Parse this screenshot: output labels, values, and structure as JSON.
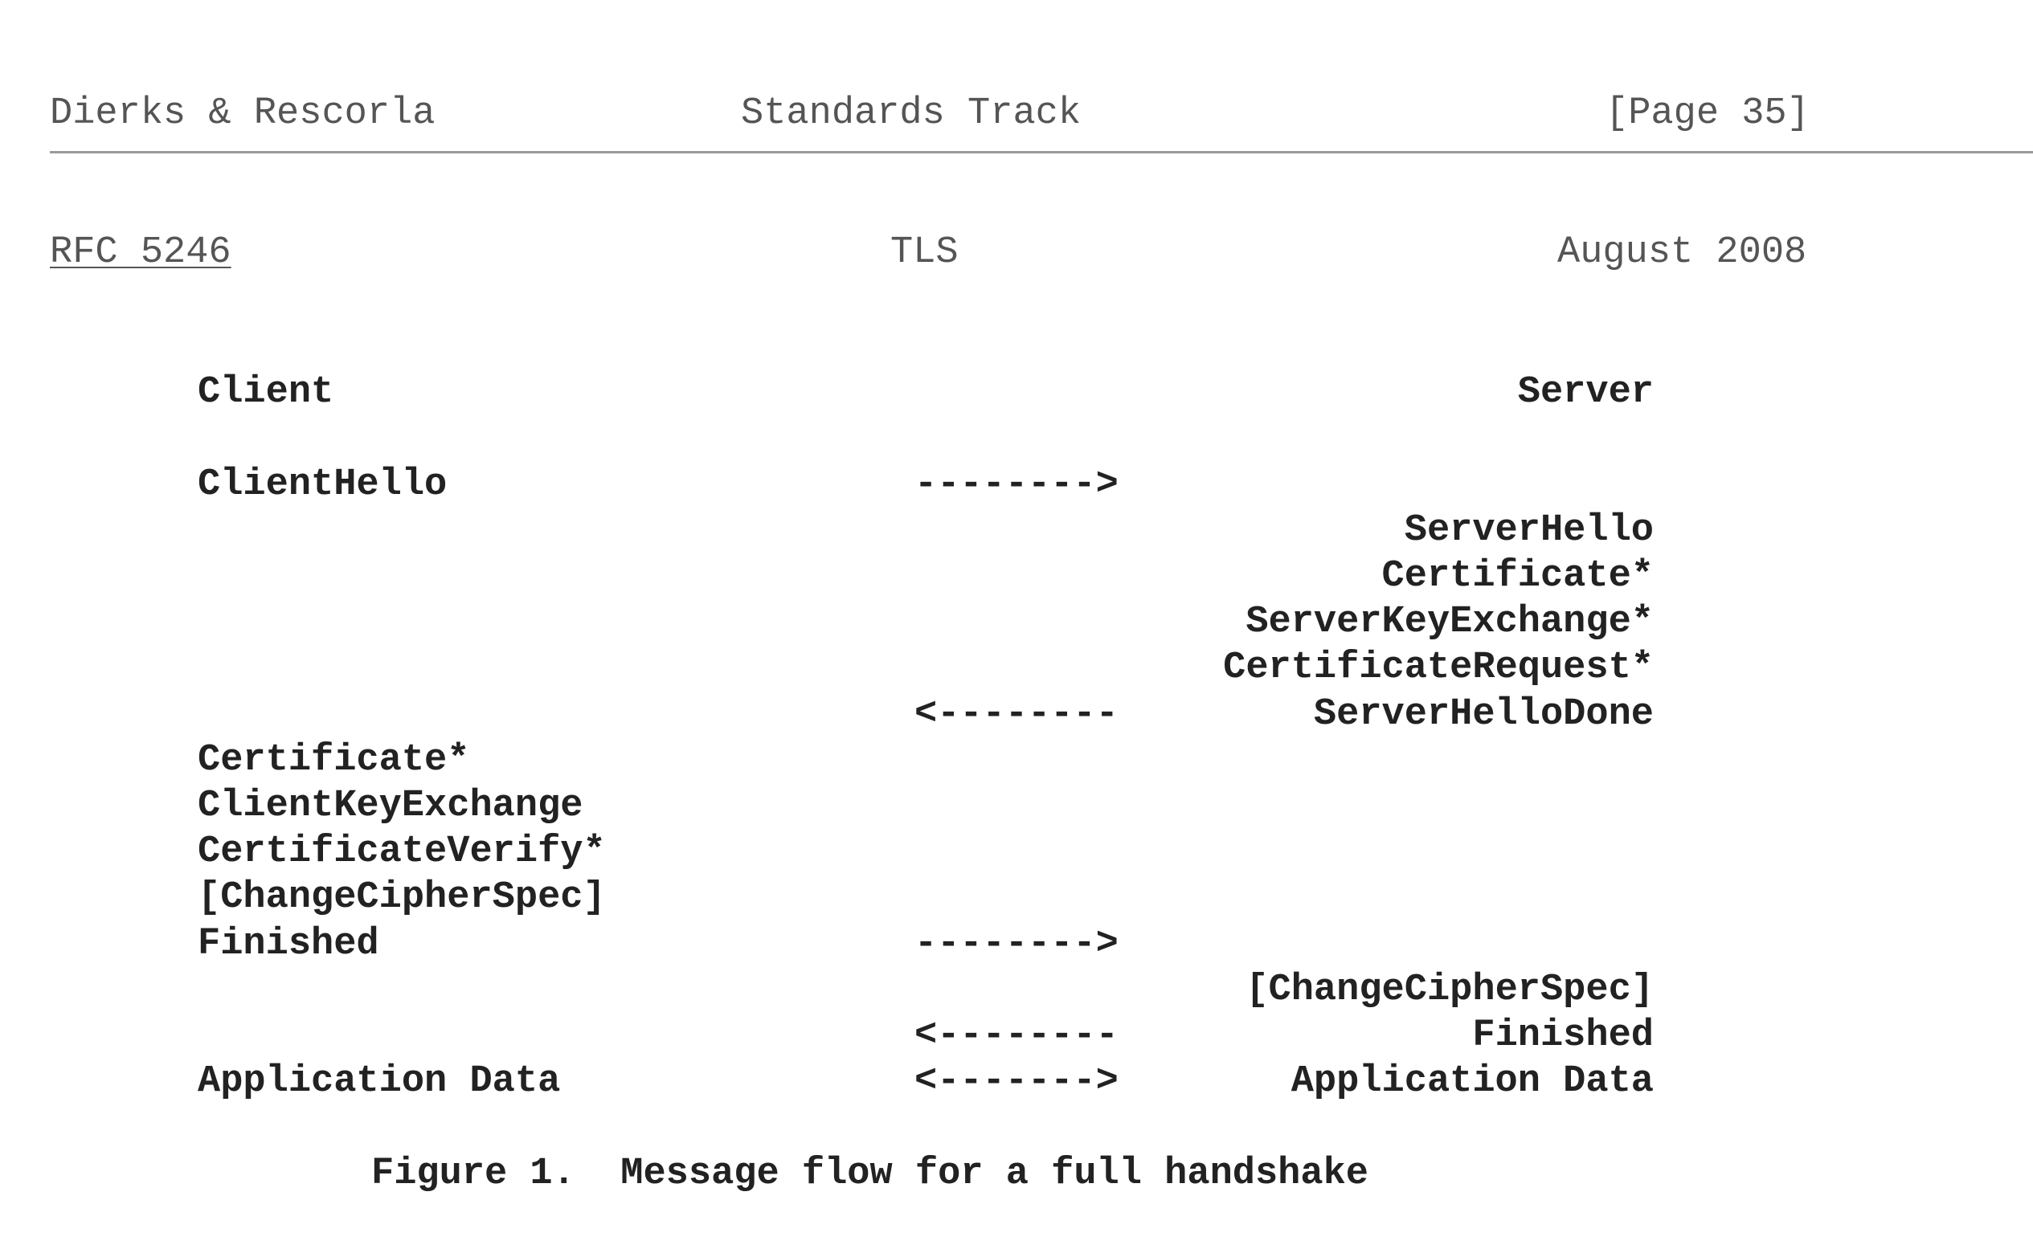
{
  "header": {
    "authors": "Dierks & Rescorla",
    "track": "Standards Track",
    "page": "[Page 35]"
  },
  "subheader": {
    "rfc": "RFC 5246",
    "title": "TLS",
    "date": "August 2008"
  },
  "diagram": {
    "client_label": "Client",
    "server_label": "Server",
    "client_hello": "ClientHello",
    "arrow_right_1": "-------->",
    "server_hello": "ServerHello",
    "server_certificate": "Certificate*",
    "server_key_exchange": "ServerKeyExchange*",
    "certificate_request": "CertificateRequest*",
    "arrow_left_1": "<--------",
    "server_hello_done": "ServerHelloDone",
    "client_certificate": "Certificate*",
    "client_key_exchange": "ClientKeyExchange",
    "certificate_verify": "CertificateVerify*",
    "client_change_cipher_spec": "[ChangeCipherSpec]",
    "client_finished": "Finished",
    "arrow_right_2": "-------->",
    "server_change_cipher_spec": "[ChangeCipherSpec]",
    "arrow_left_2": "<--------",
    "server_finished": "Finished",
    "client_application_data": "Application Data",
    "arrow_both": "<------->",
    "server_application_data": "Application Data"
  },
  "caption": "Figure 1.  Message flow for a full handshake"
}
